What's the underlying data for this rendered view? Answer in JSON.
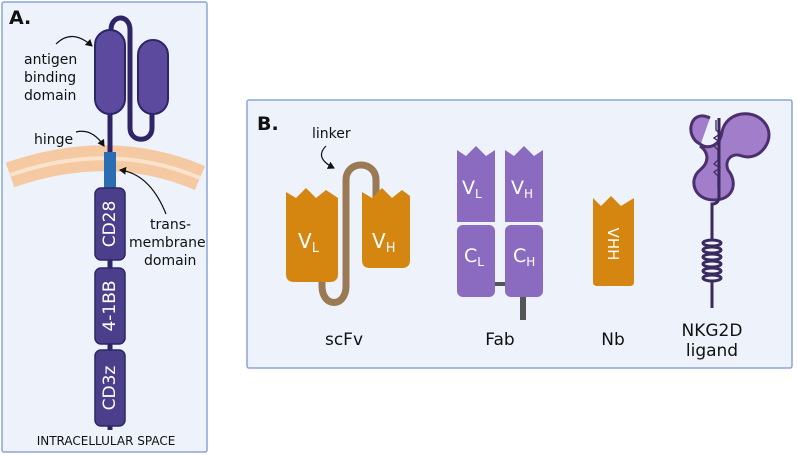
{
  "panelA": {
    "letter": "A.",
    "labels": {
      "antigen_binding_domain": [
        "antigen",
        "binding",
        "domain"
      ],
      "hinge": "hinge",
      "transmembrane_domain": [
        "trans-",
        "membrane",
        "domain"
      ],
      "intracellular_space": "INTRACELLULAR SPACE"
    },
    "domains": [
      "CD28",
      "4-1BB",
      "CD3z"
    ]
  },
  "panelB": {
    "letter": "B.",
    "linker": "linker",
    "scfv": {
      "vl": "V",
      "vl_sub": "L",
      "vh": "V",
      "vh_sub": "H",
      "caption": "scFv"
    },
    "fab": {
      "vl": "V",
      "vl_sub": "L",
      "vh": "V",
      "vh_sub": "H",
      "cl": "C",
      "cl_sub": "L",
      "ch": "C",
      "ch_sub": "H",
      "caption": "Fab"
    },
    "nb": {
      "label": "VHH",
      "caption": "Nb"
    },
    "nkg2d": {
      "caption": [
        "NKG2D",
        "ligand"
      ]
    }
  },
  "colors": {
    "panel_bg": "#edf2fb",
    "panel_border": "#8aa6d6",
    "receptor_purple": "#4b3f8c",
    "fab_purple": "#8b6bbf",
    "ligand_purple": "#a27dc9",
    "ligand_dark": "#4b2f6e",
    "scfv_orange": "#d48610",
    "linker_brown": "#9a7a55",
    "membrane": "#f5c9a2",
    "hinge_blue": "#2b6cb3"
  }
}
